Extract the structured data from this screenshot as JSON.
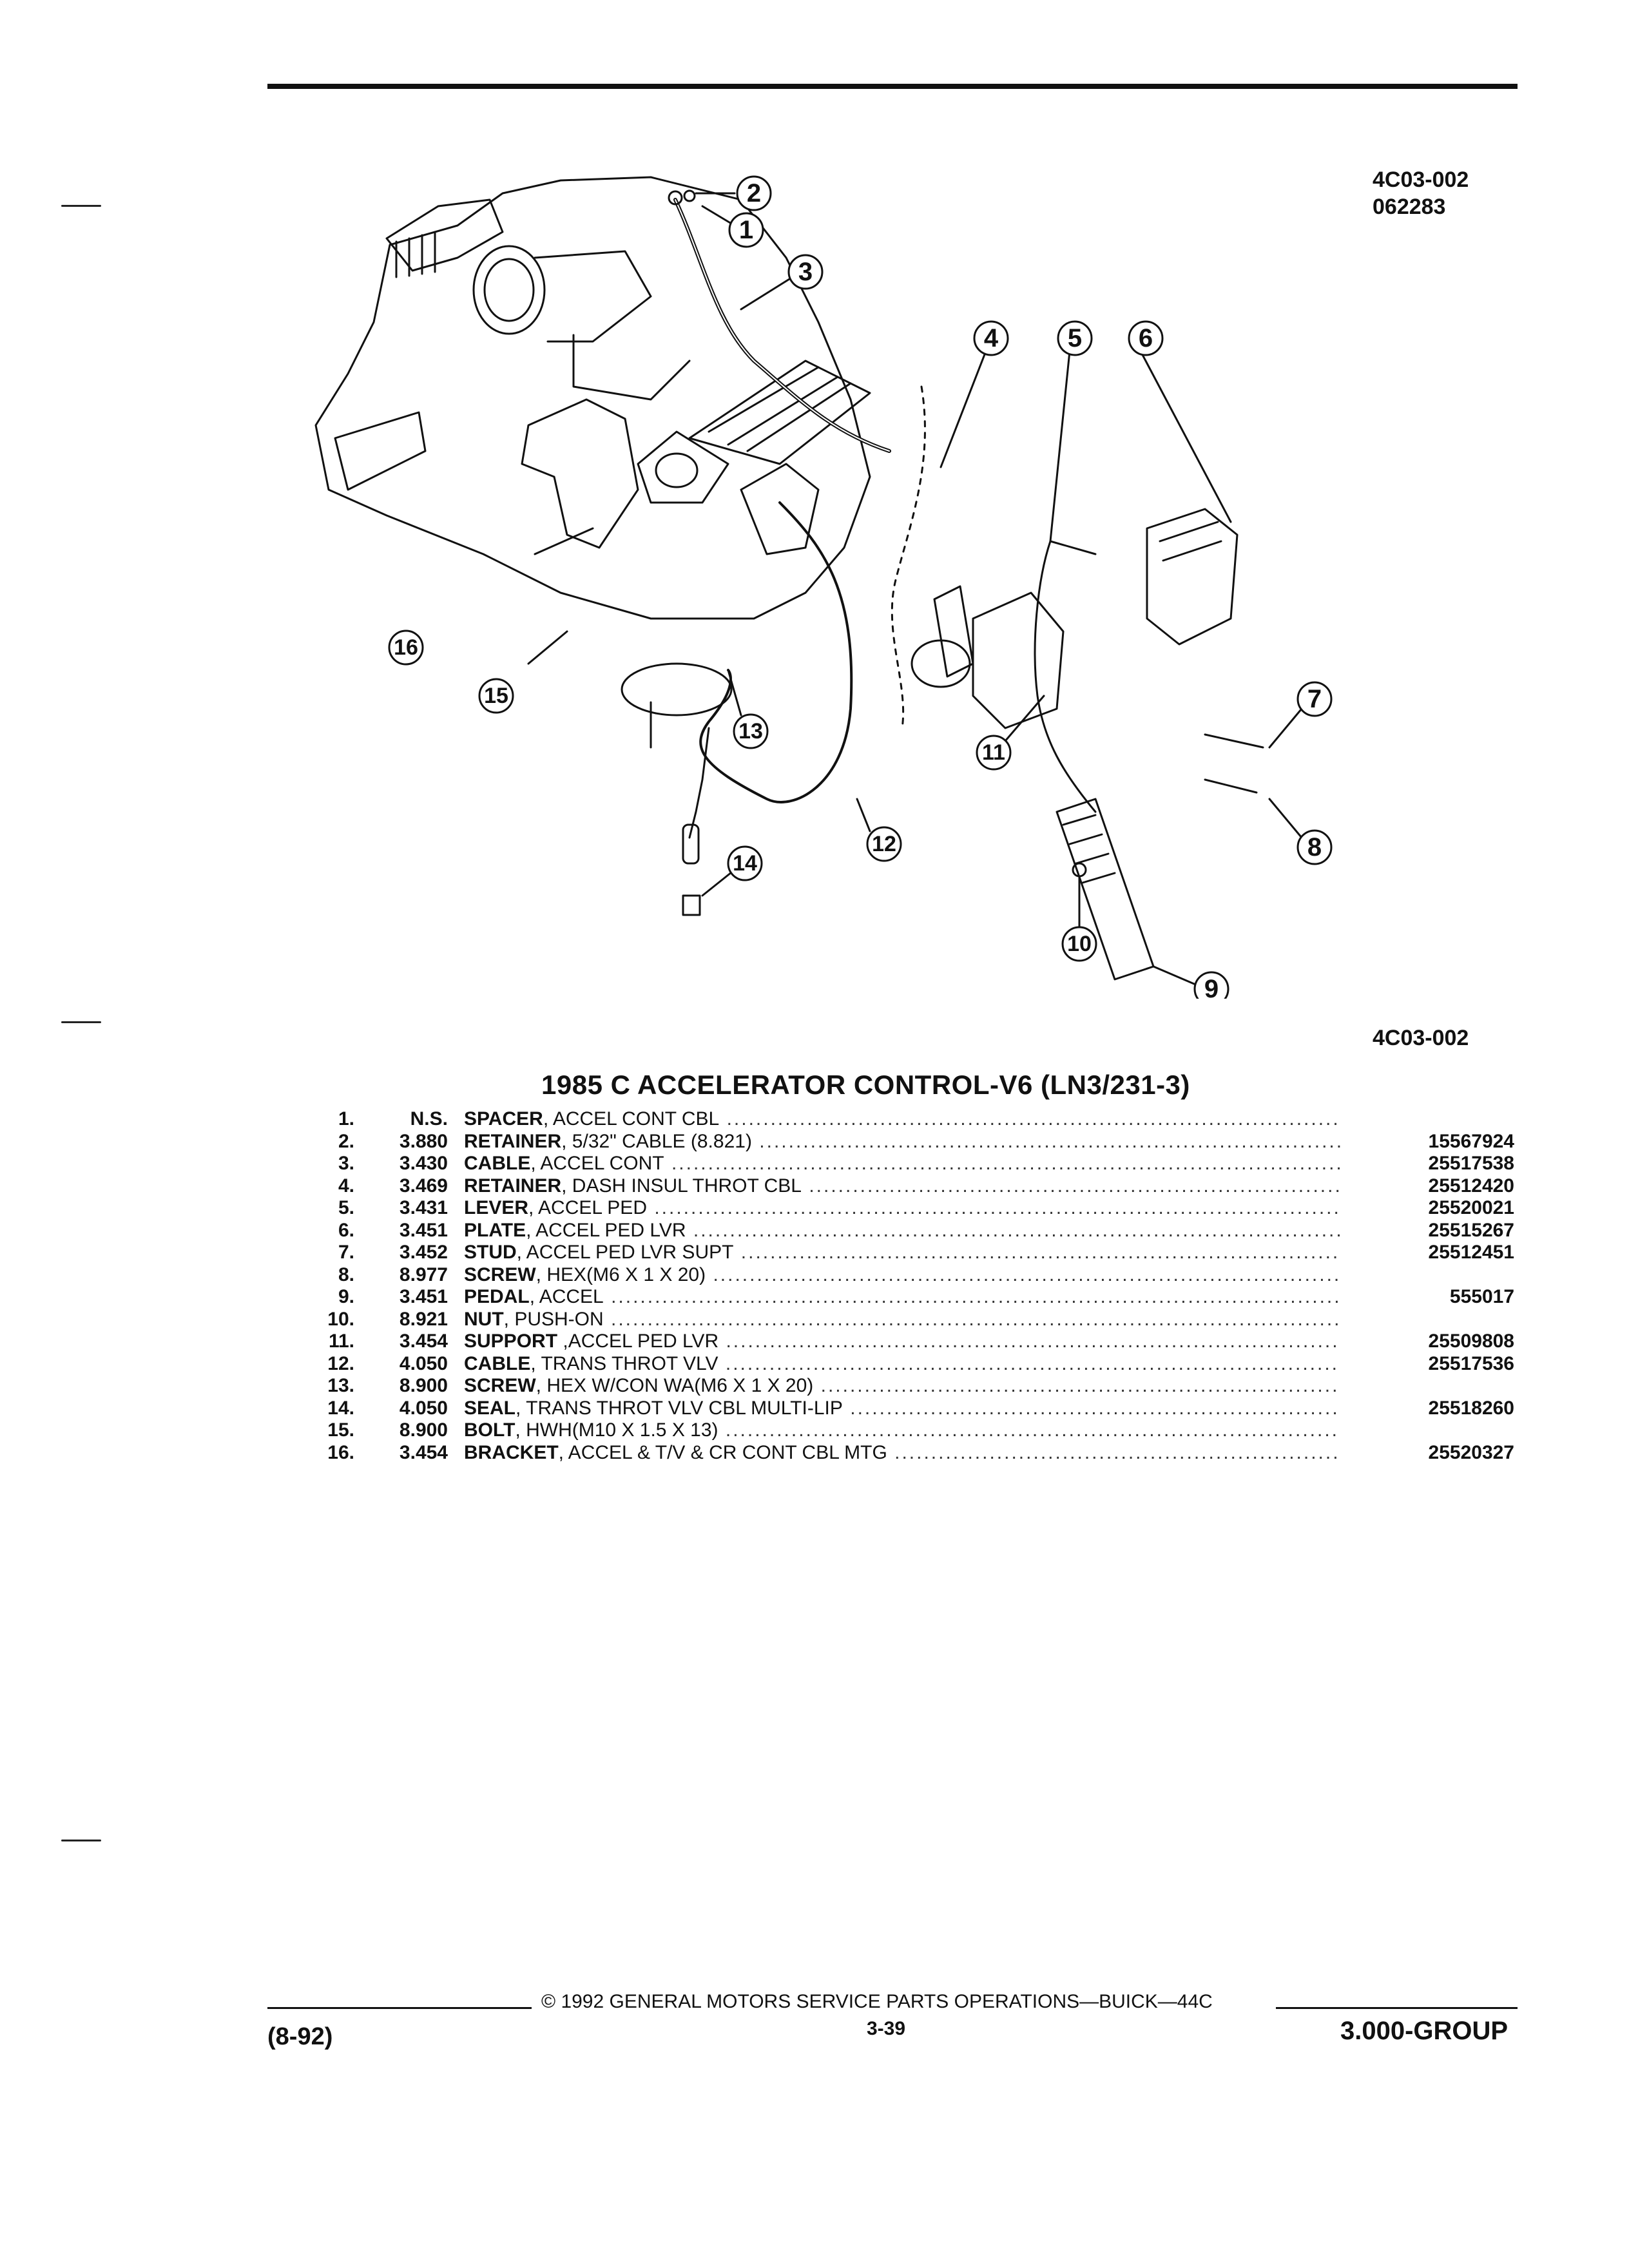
{
  "header": {
    "ref_code_1": "4C03-002",
    "ref_code_2": "062283"
  },
  "diagram": {
    "callouts": [
      "2",
      "1",
      "3",
      "4",
      "5",
      "6",
      "7",
      "8",
      "9",
      "10",
      "11",
      "12",
      "13",
      "14",
      "15",
      "16"
    ],
    "caption_code": "4C03-002"
  },
  "title": "1985 C ACCELERATOR CONTROL-V6 (LN3/231-3)",
  "parts": [
    {
      "num": "1.",
      "group": "N.S.",
      "name": "SPACER",
      "desc": ", ACCEL CONT CBL",
      "part": ""
    },
    {
      "num": "2.",
      "group": "3.880",
      "name": "RETAINER",
      "desc": ", 5/32\" CABLE (8.821)",
      "part": "15567924"
    },
    {
      "num": "3.",
      "group": "3.430",
      "name": "CABLE",
      "desc": ", ACCEL CONT",
      "part": "25517538"
    },
    {
      "num": "4.",
      "group": "3.469",
      "name": "RETAINER",
      "desc": ", DASH INSUL THROT CBL",
      "part": "25512420"
    },
    {
      "num": "5.",
      "group": "3.431",
      "name": "LEVER",
      "desc": ", ACCEL PED",
      "part": "25520021"
    },
    {
      "num": "6.",
      "group": "3.451",
      "name": "PLATE",
      "desc": ", ACCEL PED LVR",
      "part": "25515267"
    },
    {
      "num": "7.",
      "group": "3.452",
      "name": "STUD",
      "desc": ", ACCEL PED LVR SUPT",
      "part": "25512451"
    },
    {
      "num": "8.",
      "group": "8.977",
      "name": "SCREW",
      "desc": ", HEX(M6 X 1 X 20)",
      "part": ""
    },
    {
      "num": "9.",
      "group": "3.451",
      "name": "PEDAL",
      "desc": ", ACCEL",
      "part": "555017"
    },
    {
      "num": "10.",
      "group": "8.921",
      "name": "NUT",
      "desc": ", PUSH-ON",
      "part": ""
    },
    {
      "num": "11.",
      "group": "3.454",
      "name": "SUPPORT",
      "desc": " ,ACCEL PED LVR",
      "part": "25509808"
    },
    {
      "num": "12.",
      "group": "4.050",
      "name": "CABLE",
      "desc": ", TRANS THROT VLV",
      "part": "25517536"
    },
    {
      "num": "13.",
      "group": "8.900",
      "name": "SCREW",
      "desc": ", HEX W/CON WA(M6 X 1 X 20)",
      "part": ""
    },
    {
      "num": "14.",
      "group": "4.050",
      "name": "SEAL",
      "desc": ", TRANS THROT VLV CBL MULTI-LIP",
      "part": "25518260"
    },
    {
      "num": "15.",
      "group": "8.900",
      "name": "BOLT",
      "desc": ", HWH(M10 X 1.5 X 13)",
      "part": ""
    },
    {
      "num": "16.",
      "group": "3.454",
      "name": "BRACKET",
      "desc": ", ACCEL & T/V & CR CONT CBL MTG",
      "part": "25520327"
    }
  ],
  "footer": {
    "date": "(8-92)",
    "copyright": "© 1992 GENERAL MOTORS SERVICE PARTS OPERATIONS—BUICK—44C",
    "page": "3-39",
    "group": "3.000-GROUP"
  }
}
